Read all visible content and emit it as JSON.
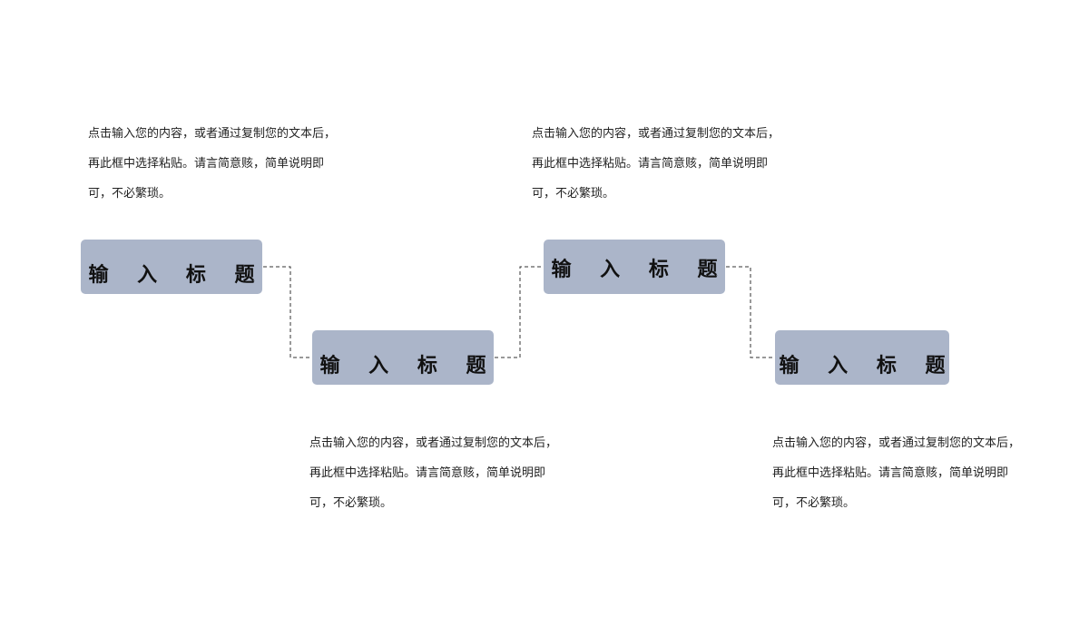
{
  "steps": [
    {
      "title": "输 入 标 题",
      "description": [
        "点击输入您的内容，或者通过复制您的文本后，",
        "再此框中选择粘贴。请言简意赅，简单说明即",
        "可，不必繁琐。"
      ]
    },
    {
      "title": "输 入 标 题",
      "description": [
        "点击输入您的内容，或者通过复制您的文本后，",
        "再此框中选择粘贴。请言简意赅，简单说明即",
        "可，不必繁琐。"
      ]
    },
    {
      "title": "输 入 标 题",
      "description": [
        "点击输入您的内容，或者通过复制您的文本后，",
        "再此框中选择粘贴。请言简意赅，简单说明即",
        "可，不必繁琐。"
      ]
    },
    {
      "title": "输 入 标 题",
      "description": [
        "点击输入您的内容，或者通过复制您的文本后，",
        "再此框中选择粘贴。请言简意赅，简单说明即",
        "可，不必繁琐。"
      ]
    }
  ],
  "colors": {
    "box_fill": "#abb5c9",
    "title_text": "#111111",
    "body_text": "#222222",
    "connector": "#333333"
  }
}
